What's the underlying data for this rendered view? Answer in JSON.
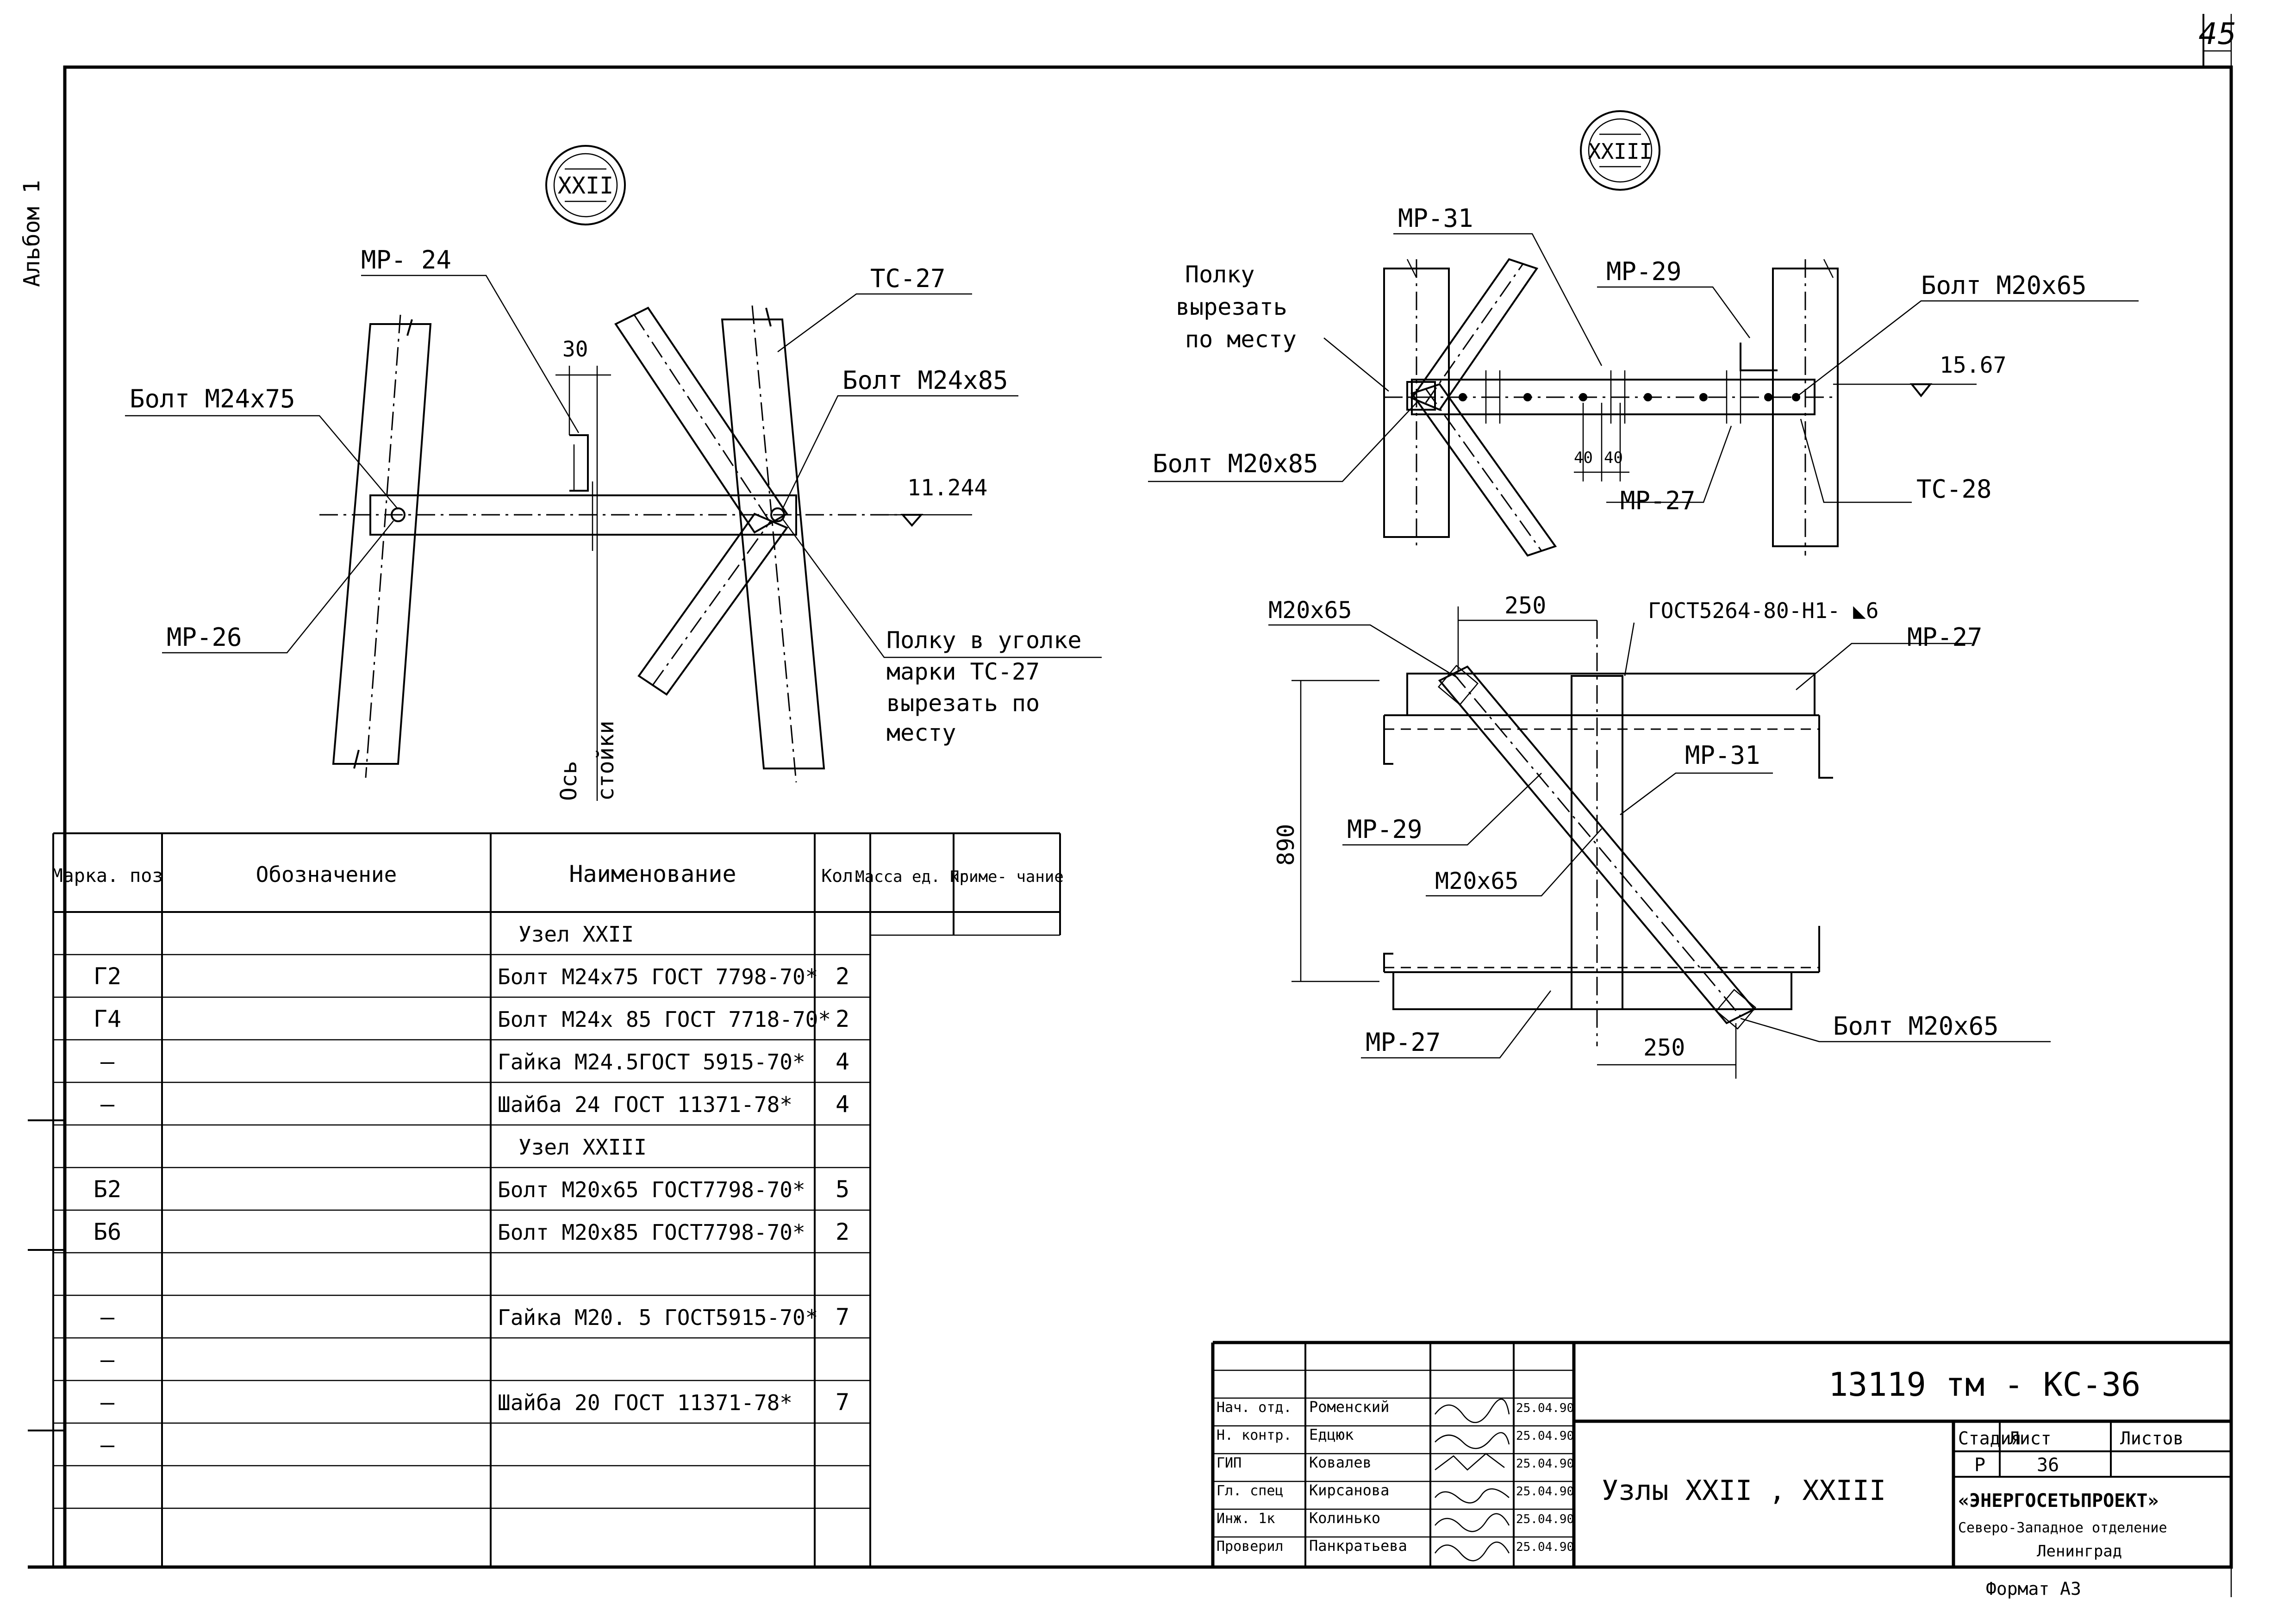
{
  "page_number": "45",
  "album_label": "Альбом 1",
  "node_xxii": {
    "circle_label": "XXII",
    "mark_mr24": "МР- 24",
    "mark_tc27": "ТС-27",
    "mark_mr26": "МР-26",
    "bolt_m24x75": "Болт М24х75",
    "bolt_m24x85": "Болт М24х85",
    "dim_30": "30",
    "level": "11.244",
    "axis_label_1": "Ось",
    "axis_label_2": "стойки",
    "note_lines": [
      "Полку в уголке",
      "марки ТС-27",
      "вырезать по",
      "месту"
    ]
  },
  "node_xxiii": {
    "circle_label": "XXIII",
    "mark_mr31": "МР-31",
    "mark_mr29": "МР-29",
    "bolt_m20x65": "Болт М20х65",
    "level": "15.67",
    "note_lines": [
      "Полку",
      "вырезать",
      "по месту"
    ],
    "bolt_m20x85": "Болт М20х85",
    "dim_40a": "40",
    "dim_40b": "40",
    "mark_mr27": "МР-27",
    "mark_tc28": "ТС-28"
  },
  "plan_view": {
    "m20x65_top": "М20х65",
    "dim_250_top": "250",
    "gost_note": "ГОСТ5264-80-Н1- ◣6",
    "mark_mr27_top": "МР-27",
    "mark_mr31": "МР-31",
    "mark_mr29": "МР-29",
    "dim_890": "890",
    "m20x65_mid": "М20х65",
    "mark_mr27_bottom": "МР-27",
    "dim_250_bottom": "250",
    "bolt_m20x65": "Болт М20х65"
  },
  "spec_table": {
    "headers": [
      "Марка. поз",
      "Обозначение",
      "Наименование",
      "Кол.",
      "Масса ед. кг",
      "Приме- чание"
    ],
    "rows": [
      [
        "",
        "",
        "Узел XXII",
        "",
        "",
        ""
      ],
      [
        "Г2",
        "",
        "Болт М24х75 ГОСТ 7798-70*",
        "2",
        "",
        ""
      ],
      [
        "Г4",
        "",
        "Болт М24х 85 ГОСТ 7718-70*",
        "2",
        "",
        ""
      ],
      [
        "—",
        "",
        "Гайка М24.5ГОСТ 5915-70*",
        "4",
        "",
        ""
      ],
      [
        "—",
        "",
        "Шайба 24 ГОСТ 11371-78*",
        "4",
        "",
        ""
      ],
      [
        "",
        "",
        "Узел XXIII",
        "",
        "",
        ""
      ],
      [
        "Б2",
        "",
        "Болт М20х65 ГОСТ7798-70*",
        "5",
        "",
        ""
      ],
      [
        "Б6",
        "",
        "Болт М20х85 ГОСТ7798-70*",
        "2",
        "",
        ""
      ],
      [
        "",
        "",
        "",
        "",
        "",
        ""
      ],
      [
        "—",
        "",
        "Гайка М20. 5 ГОСТ5915-70*",
        "7",
        "",
        ""
      ],
      [
        "—",
        "",
        "",
        "",
        "",
        ""
      ],
      [
        "—",
        "",
        "Шайба 20 ГОСТ 11371-78*",
        "7",
        "",
        ""
      ],
      [
        "—",
        "",
        "",
        "",
        "",
        ""
      ],
      [
        "",
        "",
        "",
        "",
        "",
        ""
      ],
      [
        "",
        "",
        "",
        "",
        "",
        ""
      ]
    ]
  },
  "title_block": {
    "doc_code": "13119 тм - КС-36",
    "signatures": [
      {
        "role": "Нач. отд.",
        "name": "Роменский",
        "date": "25.04.90"
      },
      {
        "role": "Н. контр.",
        "name": "Едцюк",
        "date": "25.04.90"
      },
      {
        "role": "ГИП",
        "name": "Ковалев",
        "date": "25.04.90"
      },
      {
        "role": "Гл. спец",
        "name": "Кирсанова",
        "date": "25.04.90"
      },
      {
        "role": "Инж. 1к",
        "name": "Колинько",
        "date": "25.04.90"
      },
      {
        "role": "Проверил",
        "name": "Панкратьева",
        "date": "25.04.90"
      }
    ],
    "title": "Узлы XXII , XXIII",
    "stage_header": "Стадия",
    "sheet_header": "Лист",
    "sheets_header": "Листов",
    "stage": "Р",
    "sheet": "36",
    "sheets": "",
    "org_1": "«ЭНЕРГОСЕТЬПРОЕКТ»",
    "org_2": "Северо-Западное отделение",
    "org_3": "Ленинград",
    "format": "Формат А3"
  }
}
